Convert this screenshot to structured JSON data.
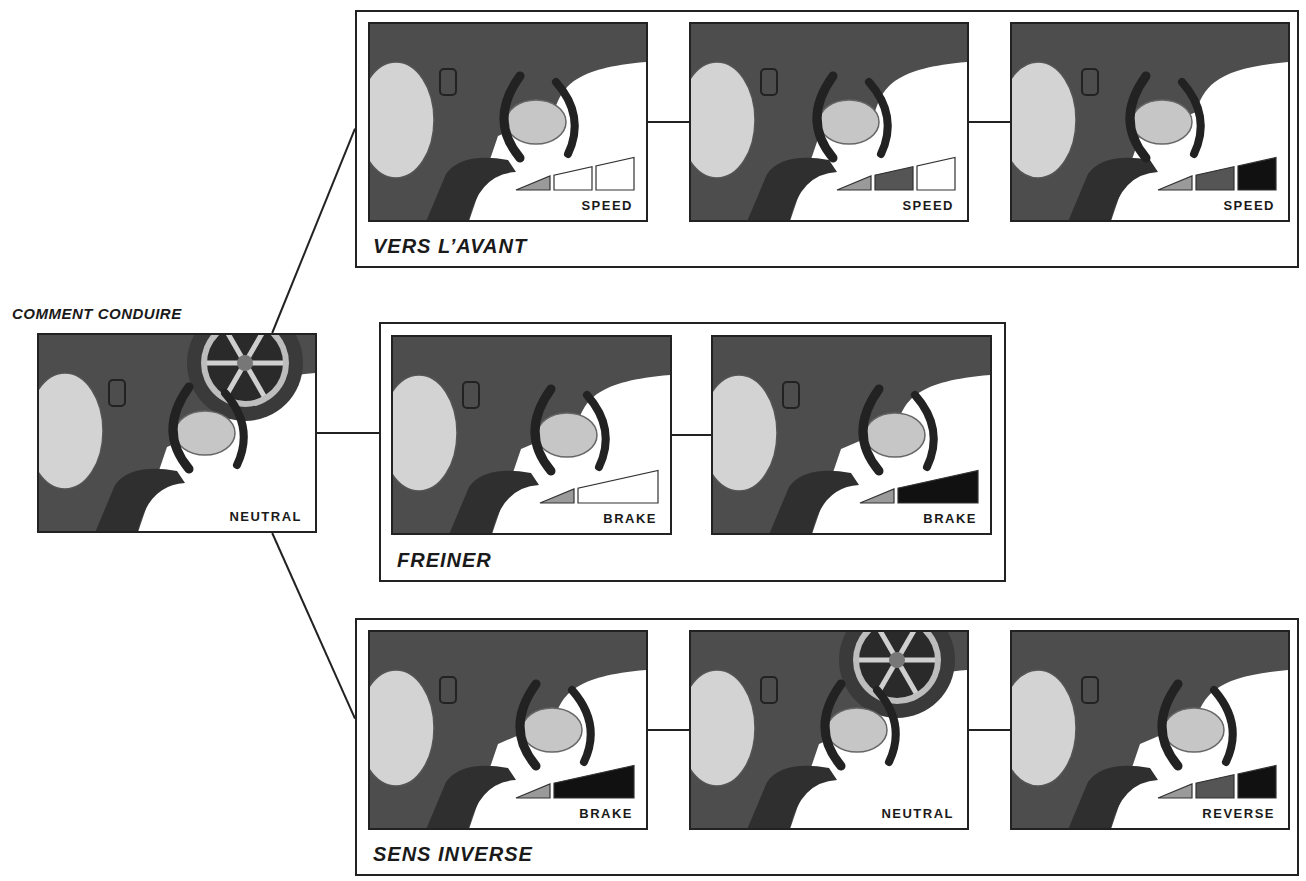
{
  "diagram": {
    "nodes": [
      {
        "text": [
          "COMMENT CONDUIRE",
          "NEUTRAL"
        ]
      },
      {
        "text": [
          "VERS L’AVANT"
        ]
      },
      {
        "text": [
          "SPEED"
        ],
        "in": 1
      },
      {
        "text": [
          "SPEED"
        ],
        "in": 1
      },
      {
        "text": [
          "SPEED"
        ],
        "in": 1
      },
      {
        "text": [
          "FREINER"
        ]
      },
      {
        "text": [
          "BRAKE"
        ],
        "in": 5
      },
      {
        "text": [
          "BRAKE"
        ],
        "in": 5
      },
      {
        "text": [
          "SENS INVERSE"
        ]
      },
      {
        "text": [
          "BRAKE"
        ],
        "in": 8
      },
      {
        "text": [
          "NEUTRAL"
        ],
        "in": 8
      },
      {
        "text": [
          "REVERSE"
        ],
        "in": 8
      }
    ],
    "edges": [
      {
        "from": 0,
        "to": 1,
        "arrow": "none"
      },
      {
        "from": 0,
        "to": 5,
        "arrow": "none"
      },
      {
        "from": 0,
        "to": 8,
        "arrow": "none"
      },
      {
        "from": 2,
        "to": 3,
        "arrow": "none"
      },
      {
        "from": 3,
        "to": 4,
        "arrow": "none"
      },
      {
        "from": 6,
        "to": 7,
        "arrow": "none"
      },
      {
        "from": 9,
        "to": 10,
        "arrow": "none"
      },
      {
        "from": 10,
        "to": 11,
        "arrow": "none"
      }
    ]
  }
}
